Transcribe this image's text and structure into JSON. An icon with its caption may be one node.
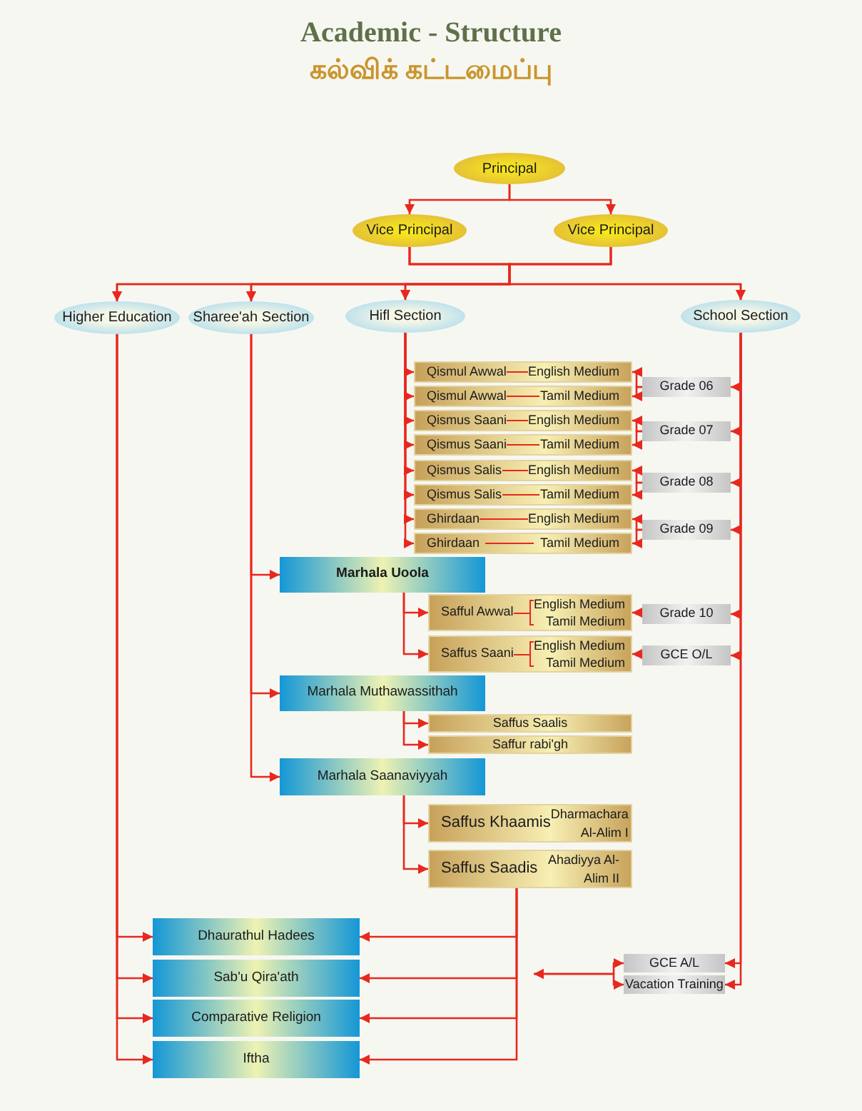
{
  "diagram": {
    "title": "Academic - Structure",
    "nodes": [
      {
        "text": [
          "Principal"
        ]
      },
      {
        "text": [
          "Vice Principal"
        ]
      },
      {
        "text": [
          "Vice Principal"
        ]
      },
      {
        "text": [
          "Higher Education"
        ]
      },
      {
        "text": [
          "Sharee'ah Section"
        ]
      },
      {
        "text": [
          "Hifl Section"
        ]
      },
      {
        "text": [
          "School Section"
        ]
      },
      {
        "text": [
          "Qismul Awwal",
          "English Medium"
        ]
      },
      {
        "text": [
          "Qismul Awwal",
          "Tamil Medium"
        ]
      },
      {
        "text": [
          "Qismus Saani",
          "English Medium"
        ]
      },
      {
        "text": [
          "Qismus Saani",
          "Tamil Medium"
        ]
      },
      {
        "text": [
          "Qismus Salis",
          "English Medium"
        ]
      },
      {
        "text": [
          "Qismus Salis",
          "Tamil Medium"
        ]
      },
      {
        "text": [
          "Ghirdaan",
          "English Medium"
        ]
      },
      {
        "text": [
          "Ghirdaan",
          "Tamil Medium"
        ]
      },
      {
        "text": [
          "Grade 06"
        ]
      },
      {
        "text": [
          "Grade 07"
        ]
      },
      {
        "text": [
          "Grade 08"
        ]
      },
      {
        "text": [
          "Grade 09"
        ]
      },
      {
        "text": [
          "Marhala Uoola"
        ]
      },
      {
        "text": [
          "Safful Awwal",
          "English Medium",
          "Tamil Medium"
        ]
      },
      {
        "text": [
          "Saffus Saani",
          "English Medium",
          "Tamil Medium"
        ]
      },
      {
        "text": [
          "Grade 10"
        ]
      },
      {
        "text": [
          "GCE O/L"
        ]
      },
      {
        "text": [
          "Marhala Muthawassithah"
        ]
      },
      {
        "text": [
          "Saffus Saalis"
        ]
      },
      {
        "text": [
          "Saffur rabi'gh"
        ]
      },
      {
        "text": [
          "Marhala Saanaviyyah"
        ]
      },
      {
        "text": [
          "Saffus Khaamis",
          "Dharmachara Al-Alim I"
        ]
      },
      {
        "text": [
          "Saffus Saadis",
          "Ahadiyya Al-Alim II"
        ]
      },
      {
        "text": [
          "Dhaurathul Hadees"
        ]
      },
      {
        "text": [
          "Sab'u Qira'ath"
        ]
      },
      {
        "text": [
          "Comparative Religion"
        ]
      },
      {
        "text": [
          "Iftha"
        ]
      },
      {
        "text": [
          "GCE A/L"
        ]
      },
      {
        "text": [
          "Vacation Training"
        ]
      }
    ],
    "edges": [
      {
        "from": 0,
        "to": 1,
        "arrow": "to"
      },
      {
        "from": 0,
        "to": 2,
        "arrow": "to"
      },
      {
        "from": 1,
        "to": 3,
        "arrow": "to"
      },
      {
        "from": 1,
        "to": 4,
        "arrow": "to"
      },
      {
        "from": 1,
        "to": 5,
        "arrow": "to"
      },
      {
        "from": 1,
        "to": 6,
        "arrow": "to"
      },
      {
        "from": 2,
        "to": 3,
        "arrow": "to"
      },
      {
        "from": 2,
        "to": 4,
        "arrow": "to"
      },
      {
        "from": 2,
        "to": 5,
        "arrow": "to"
      },
      {
        "from": 2,
        "to": 6,
        "arrow": "to"
      },
      {
        "from": 5,
        "to": 7,
        "arrow": "to"
      },
      {
        "from": 5,
        "to": 8,
        "arrow": "to"
      },
      {
        "from": 5,
        "to": 9,
        "arrow": "to"
      },
      {
        "from": 5,
        "to": 10,
        "arrow": "to"
      },
      {
        "from": 5,
        "to": 11,
        "arrow": "to"
      },
      {
        "from": 5,
        "to": 12,
        "arrow": "to"
      },
      {
        "from": 5,
        "to": 13,
        "arrow": "to"
      },
      {
        "from": 5,
        "to": 14,
        "arrow": "to"
      },
      {
        "from": 6,
        "to": 15,
        "arrow": "to"
      },
      {
        "from": 6,
        "to": 16,
        "arrow": "to"
      },
      {
        "from": 6,
        "to": 17,
        "arrow": "to"
      },
      {
        "from": 6,
        "to": 18,
        "arrow": "to"
      },
      {
        "from": 6,
        "to": 22,
        "arrow": "to"
      },
      {
        "from": 6,
        "to": 23,
        "arrow": "to"
      },
      {
        "from": 6,
        "to": 34,
        "arrow": "to"
      },
      {
        "from": 6,
        "to": 35,
        "arrow": "to"
      },
      {
        "from": 15,
        "to": 7,
        "arrow": "to"
      },
      {
        "from": 15,
        "to": 8,
        "arrow": "to"
      },
      {
        "from": 16,
        "to": 9,
        "arrow": "to"
      },
      {
        "from": 16,
        "to": 10,
        "arrow": "to"
      },
      {
        "from": 17,
        "to": 11,
        "arrow": "to"
      },
      {
        "from": 17,
        "to": 12,
        "arrow": "to"
      },
      {
        "from": 18,
        "to": 13,
        "arrow": "to"
      },
      {
        "from": 18,
        "to": 14,
        "arrow": "to"
      },
      {
        "from": 22,
        "to": 20,
        "arrow": "to"
      },
      {
        "from": 23,
        "to": 21,
        "arrow": "to"
      },
      {
        "from": 4,
        "to": 19,
        "arrow": "to"
      },
      {
        "from": 4,
        "to": 24,
        "arrow": "to"
      },
      {
        "from": 4,
        "to": 27,
        "arrow": "to"
      },
      {
        "from": 19,
        "to": 20,
        "arrow": "to"
      },
      {
        "from": 19,
        "to": 21,
        "arrow": "to"
      },
      {
        "from": 24,
        "to": 25,
        "arrow": "to"
      },
      {
        "from": 24,
        "to": 26,
        "arrow": "to"
      },
      {
        "from": 27,
        "to": 28,
        "arrow": "to"
      },
      {
        "from": 27,
        "to": 29,
        "arrow": "to"
      },
      {
        "from": 3,
        "to": 30,
        "arrow": "to"
      },
      {
        "from": 3,
        "to": 31,
        "arrow": "to"
      },
      {
        "from": 3,
        "to": 32,
        "arrow": "to"
      },
      {
        "from": 3,
        "to": 33,
        "arrow": "to"
      },
      {
        "from": 29,
        "to": 30,
        "arrow": "to"
      },
      {
        "from": 29,
        "to": 31,
        "arrow": "to"
      },
      {
        "from": 29,
        "to": 32,
        "arrow": "to"
      },
      {
        "from": 29,
        "to": 33,
        "arrow": "to"
      },
      {
        "from": null,
        "to": 34,
        "arrow": "both"
      },
      {
        "from": null,
        "to": 35,
        "arrow": "both"
      }
    ],
    "labels": [
      "கல்விக் கட்டமைப்பு"
    ]
  }
}
